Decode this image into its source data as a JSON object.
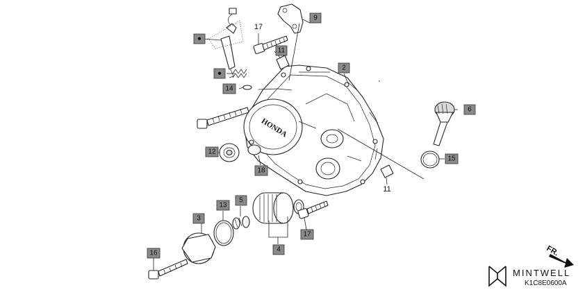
{
  "callouts": {
    "p2": "2",
    "p3": "3",
    "p4": "4",
    "p5": "5",
    "p6": "6",
    "p9": "9",
    "p11a": "11",
    "p11b": "11",
    "p12": "12",
    "p13": "13",
    "p14": "14",
    "p15": "15",
    "p16": "16",
    "p17a": "17",
    "p17b": "17",
    "p18": "18"
  },
  "cover_logo": "HONDA",
  "arrow_label": "FR.",
  "brand": "MINTWELL",
  "diagram_code": "K1C8E0600A"
}
